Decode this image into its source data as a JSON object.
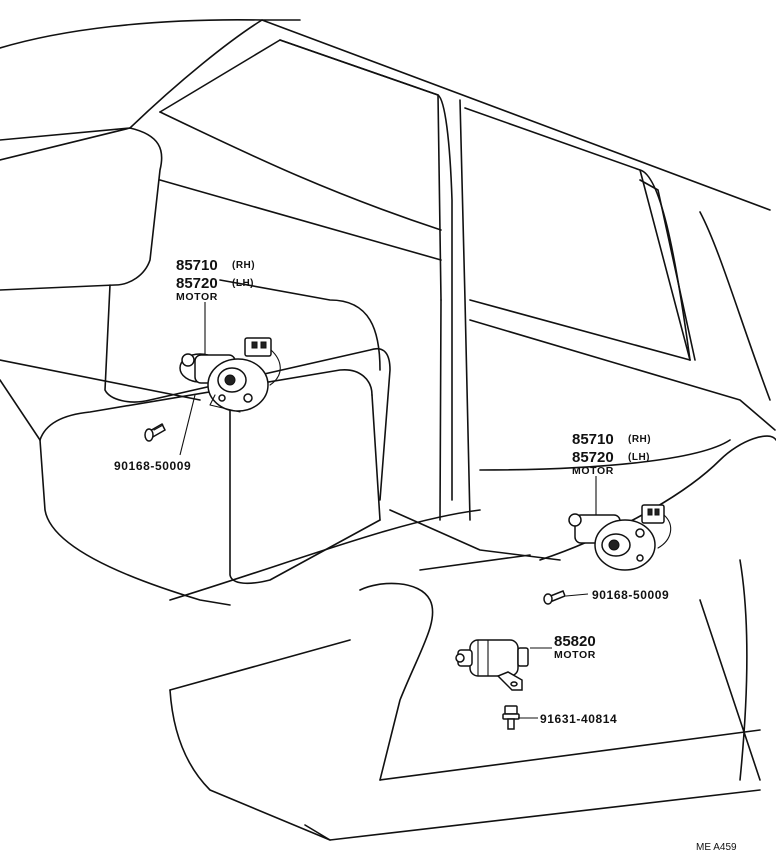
{
  "callouts": {
    "front_motor": {
      "part_rh": "85710",
      "side_rh": "(RH)",
      "part_lh": "85720",
      "side_lh": "(LH)",
      "name": "MOTOR"
    },
    "front_screw": {
      "part": "90168-50009"
    },
    "rear_motor": {
      "part_rh": "85710",
      "side_rh": "(RH)",
      "part_lh": "85720",
      "side_lh": "(LH)",
      "name": "MOTOR"
    },
    "rear_screw": {
      "part": "90168-50009"
    },
    "pump_motor": {
      "part": "85820",
      "name": "MOTOR"
    },
    "pump_bolt": {
      "part": "91631-40814"
    }
  },
  "figure_code": "ME  A459"
}
